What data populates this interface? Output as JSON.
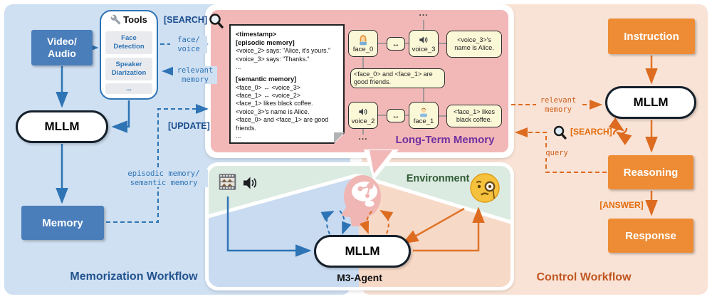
{
  "memorization": {
    "workflow_title": "Memorization Workflow",
    "video_audio_line1": "Video/",
    "video_audio_line2": "Audio",
    "tools_title": "Tools",
    "tool_items": [
      "Face Detection",
      "Speaker Diarization",
      "..."
    ],
    "mllm_label": "MLLM",
    "memory_label": "Memory",
    "search_label": "[SEARCH]",
    "face_voice_line1": "face/",
    "face_voice_line2": "voice",
    "relevant_memory_line1": "relevant",
    "relevant_memory_line2": "memory",
    "update_label": "[UPDATE]",
    "episodic_semantic_line1": "episodic memory/",
    "episodic_semantic_line2": "semantic memory"
  },
  "long_term_memory": {
    "title": "Long-Term Memory",
    "note": {
      "timestamp": "<timestamp>",
      "episodic_header": "[episodic memory]",
      "episodic_lines": [
        "<voice_2> says: \"Alice, it's yours.\"",
        "<voice_3> says: \"Thanks.\"",
        "..."
      ],
      "semantic_header": "[semantic memory]",
      "semantic_lines": [
        "<face_0> ↔ <voice_3>",
        "<face_1> ↔ <voice_2>",
        "<face_1> likes black coffee.",
        "<voice_3>'s name is Alice.",
        "<face_0> and <face_1> are good friends.",
        "..."
      ]
    },
    "graph": {
      "face_0": "face_0",
      "voice_3": "voice_3",
      "voice_2": "voice_2",
      "face_1": "face_1",
      "relation_symbol": "↔",
      "ellipsis_top": "...",
      "ellipsis_bottom": "...",
      "fact_voice3": "<voice_3>'s name is Alice.",
      "fact_friends": "<face_0> and <face_1> are good friends.",
      "fact_face1": "<face_1> likes black coffee."
    }
  },
  "environment": {
    "title": "Environment",
    "mllm_label": "MLLM",
    "agent_label": "M3-Agent"
  },
  "control": {
    "workflow_title": "Control Workflow",
    "instruction_label": "Instruction",
    "mllm_label": "MLLM",
    "reasoning_label": "Reasoning",
    "response_label": "Response",
    "relevant_memory_line1": "relevant",
    "relevant_memory_line2": "memory",
    "search_label": "[SEARCH]",
    "query_label": "query",
    "answer_label": "[ANSWER]"
  },
  "colors": {
    "left_bg": "#cfe0f2",
    "right_bg": "#f9e3d6",
    "ltm_bg": "#f2b8b8",
    "env_bg": "#dcebe2",
    "env_blue_wedge": "#c9dbf1",
    "env_pink_wedge": "#f7d9c7",
    "blue_box": "#4a7ebb",
    "orange_box": "#ee8c35",
    "blue_accent": "#2e74b5",
    "navy_text": "#1b4d8e",
    "orange_accent": "#cc5f1d",
    "purple_title": "#7030a0",
    "node_bg": "#fbf8d8",
    "green_text": "#2f5b33"
  }
}
